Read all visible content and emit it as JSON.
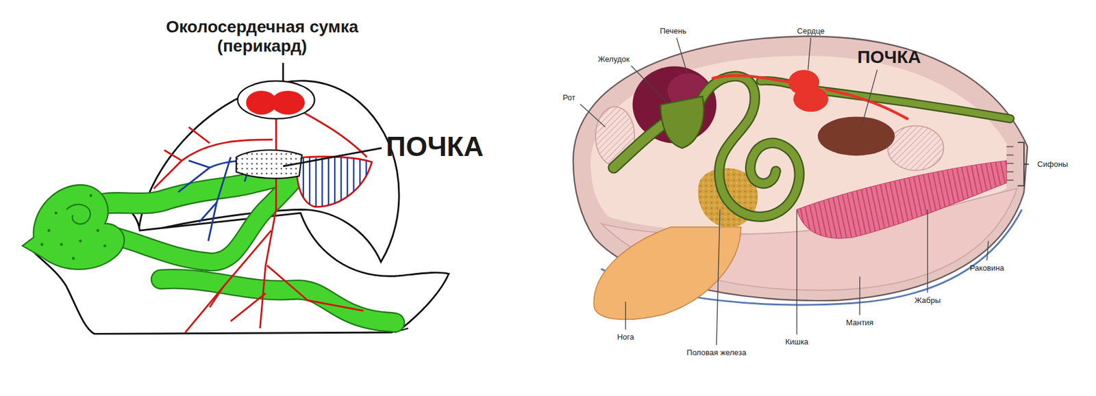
{
  "diagram": {
    "labels": [
      "Околосердечная сумка (перикард)",
      "ПОЧКА",
      "Печень",
      "Сердце",
      "Желудок",
      "ПОЧКА",
      "Рот",
      "Сифоны",
      "Раковина",
      "Жабры",
      "Мантия",
      "Кишка",
      "Нога",
      "Половая железа"
    ]
  }
}
